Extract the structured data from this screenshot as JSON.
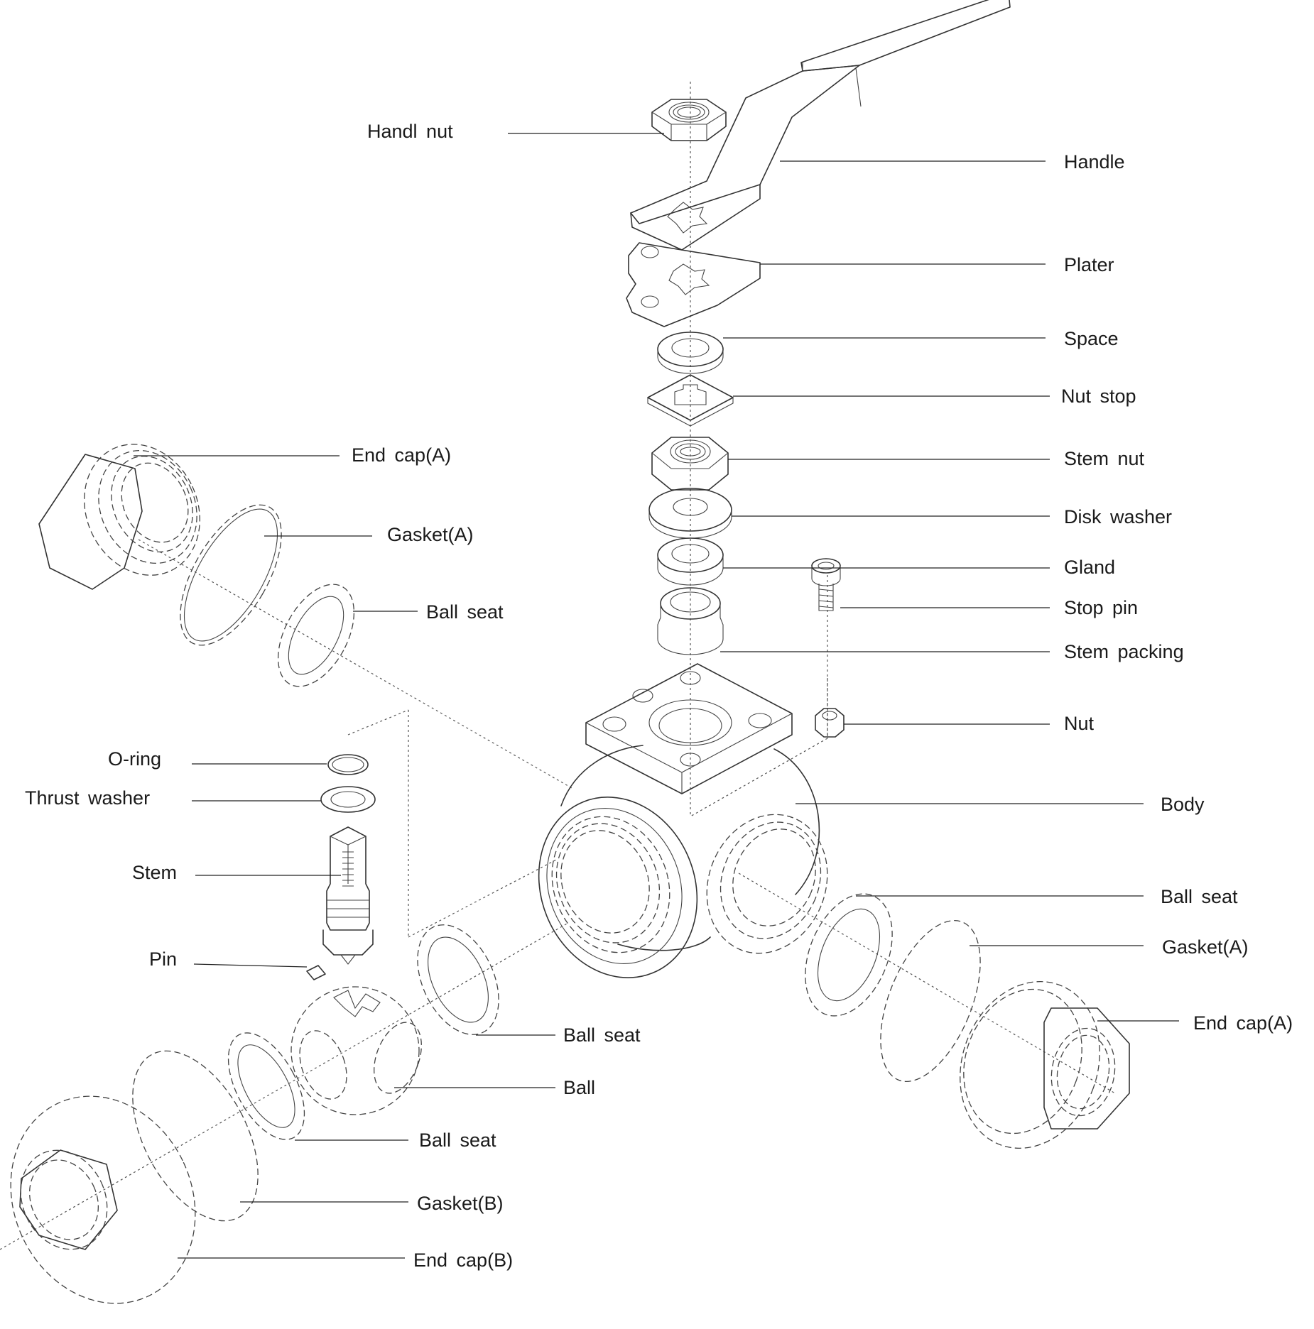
{
  "labels": {
    "handl_nut": "Handl  nut",
    "handle": "Handle",
    "plater": "Plater",
    "space": "Space",
    "nut_stop": "Nut  stop",
    "stem_nut": "Stem  nut",
    "disk_washer": "Disk  washer",
    "gland": "Gland",
    "stop_pin": "Stop  pin",
    "stem_packing": "Stem  packing",
    "nut": "Nut",
    "body": "Body",
    "ball_seat_right": "Ball  seat",
    "gasket_a_right": "Gasket(A)",
    "end_cap_a_right": "End  cap(A)",
    "end_cap_a_left": "End  cap(A)",
    "gasket_a_left": "Gasket(A)",
    "ball_seat_left": "Ball  seat",
    "o_ring": "O-ring",
    "thrust_washer": "Thrust  washer",
    "stem": "Stem",
    "pin": "Pin",
    "ball_seat_mid": "Ball  seat",
    "ball": "Ball",
    "ball_seat_lower": "Ball  seat",
    "gasket_b": "Gasket(B)",
    "end_cap_b": "End  cap(B)"
  }
}
